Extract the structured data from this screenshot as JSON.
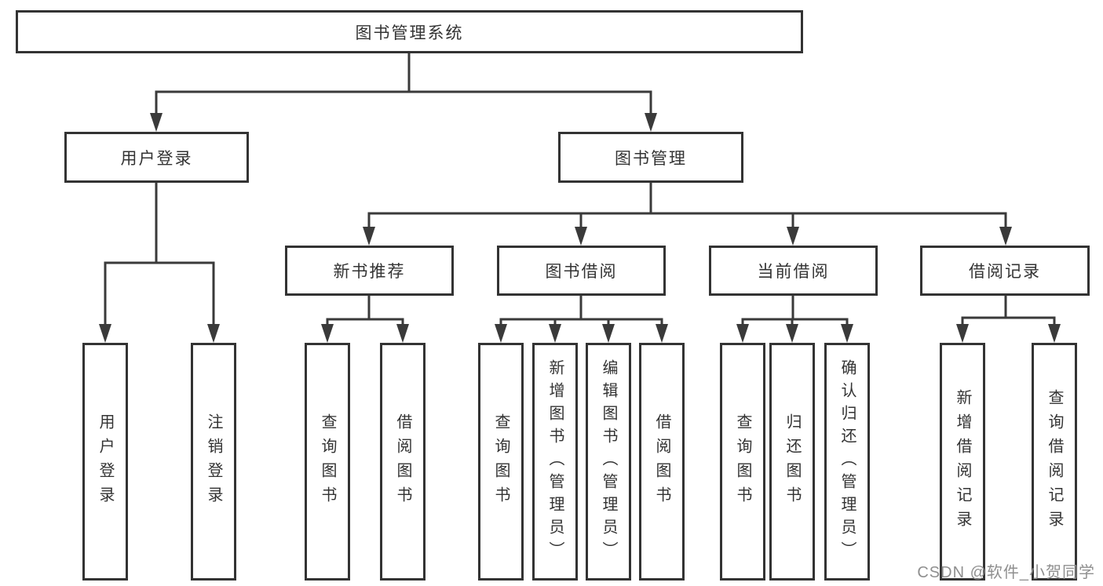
{
  "diagram": {
    "title": "图书管理系统",
    "level2": {
      "user_login": "用户登录",
      "book_management": "图书管理"
    },
    "level3": {
      "new_book_recommend": "新书推荐",
      "book_borrow": "图书借阅",
      "current_borrow": "当前借阅",
      "borrow_records": "借阅记录"
    },
    "leaves": {
      "user_login": "用户登录",
      "logout": "注销登录",
      "query_books_1": "查询图书",
      "borrow_books_1": "借阅图书",
      "query_books_2": "查询图书",
      "add_book_admin": "新增图书（管理员）",
      "edit_book_admin": "编辑图书（管理员）",
      "borrow_books_2": "借阅图书",
      "query_books_3": "查询图书",
      "return_book": "归还图书",
      "confirm_return_admin": "确认归还（管理员）",
      "add_borrow_record": "新增借阅记录",
      "query_borrow_record": "查询借阅记录"
    },
    "watermark": "CSDN @软件_小贺同学"
  },
  "colors": {
    "line": "#3a3a3a",
    "border": "#333333",
    "text": "#333333",
    "watermark": "#8f8f8f",
    "background": "#ffffff"
  }
}
